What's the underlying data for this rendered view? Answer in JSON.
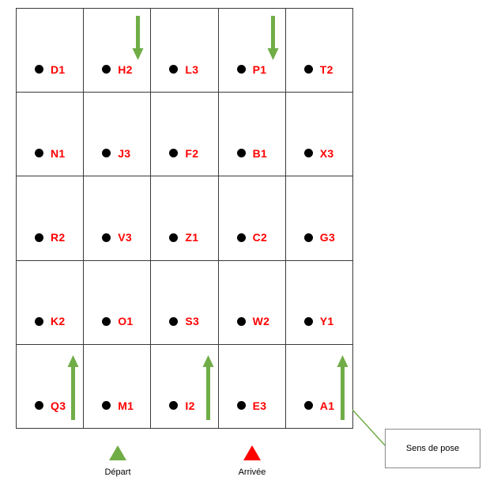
{
  "grid": {
    "rows": [
      {
        "cells": [
          {
            "label": "D1"
          },
          {
            "label": "H2",
            "arrow": "down"
          },
          {
            "label": "L3"
          },
          {
            "label": "P1",
            "arrow": "down"
          },
          {
            "label": "T2"
          }
        ]
      },
      {
        "cells": [
          {
            "label": "N1"
          },
          {
            "label": "J3"
          },
          {
            "label": "F2"
          },
          {
            "label": "B1"
          },
          {
            "label": "X3"
          }
        ]
      },
      {
        "cells": [
          {
            "label": "R2"
          },
          {
            "label": "V3"
          },
          {
            "label": "Z1"
          },
          {
            "label": "C2"
          },
          {
            "label": "G3"
          }
        ]
      },
      {
        "cells": [
          {
            "label": "K2"
          },
          {
            "label": "O1"
          },
          {
            "label": "S3"
          },
          {
            "label": "W2"
          },
          {
            "label": "Y1"
          }
        ]
      },
      {
        "cells": [
          {
            "label": "Q3",
            "arrow": "up"
          },
          {
            "label": "M1"
          },
          {
            "label": "I2",
            "arrow": "up"
          },
          {
            "label": "E3"
          },
          {
            "label": "A1",
            "arrow": "up"
          }
        ]
      }
    ]
  },
  "legend": {
    "depart_label": "Départ",
    "arrivee_label": "Arrivée"
  },
  "callout": {
    "label": "Sens de pose"
  },
  "colors": {
    "tile_label_red": "#FF0000",
    "arrow_green": "#70AD47",
    "depart_triangle_green": "#70AD47",
    "arrivee_triangle_red": "#FF0000"
  }
}
